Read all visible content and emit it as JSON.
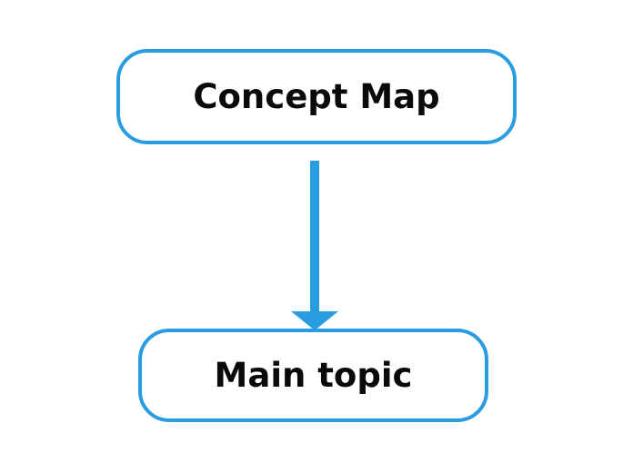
{
  "colors": {
    "accent": "#2A9CE2",
    "node_fill": "#FFFFFF",
    "text": "#0A0A0A",
    "background": "#FFFFFF"
  },
  "diagram": {
    "nodes": [
      {
        "id": "concept-map",
        "label": "Concept Map"
      },
      {
        "id": "main-topic",
        "label": "Main topic"
      }
    ],
    "edges": [
      {
        "from": "concept-map",
        "to": "main-topic",
        "direction": "down",
        "style": "solid-arrow"
      }
    ]
  }
}
